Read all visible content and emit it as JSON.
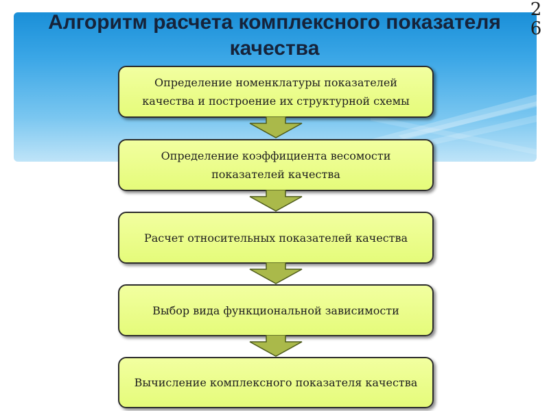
{
  "slide": {
    "title": "Алгоритм расчета комплексного показателя качества",
    "number_top": "2",
    "number_bottom": "6"
  },
  "steps": [
    {
      "line1": "Определение номенклатуры показателей",
      "line2": "качества и построение их структурной схемы"
    },
    {
      "line1": "Определение коэффициента весомости",
      "line2": "показателей качества"
    },
    {
      "line1": "Расчет относительных показателей качества",
      "line2": ""
    },
    {
      "line1": "Выбор вида функциональной зависимости",
      "line2": ""
    },
    {
      "line1": "Вычисление комплексного показателя качества",
      "line2": ""
    }
  ],
  "colors": {
    "sky_top": "#1a8fd8",
    "sky_bottom": "#bfe4f8",
    "box_fill": "#eafc86",
    "arrow_fill": "#aab94a",
    "title_color": "#16233a"
  }
}
